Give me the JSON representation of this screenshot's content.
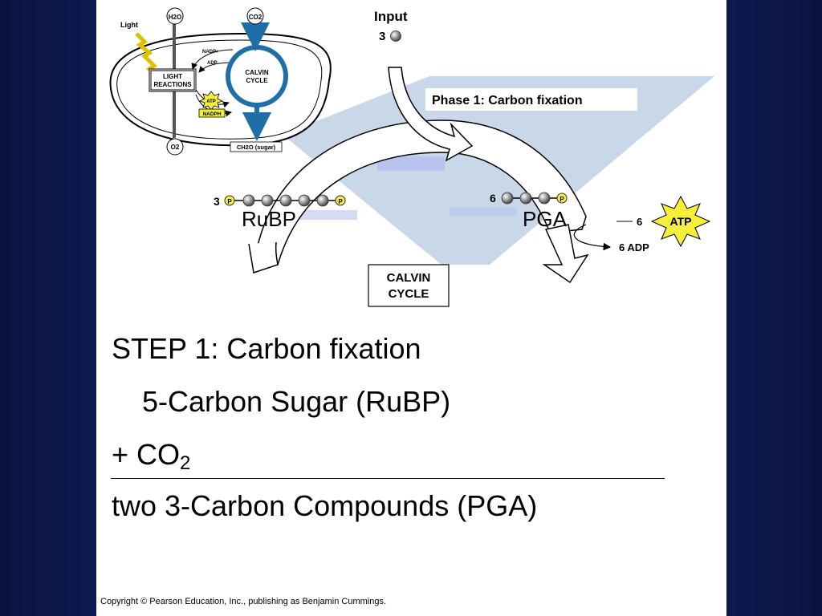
{
  "inset": {
    "light": "Light",
    "h2o": "H2O",
    "co2": "CO2",
    "o2": "O2",
    "nadp": "NADP+",
    "adp": "ADP",
    "light_reactions_1": "LIGHT",
    "light_reactions_2": "REACTIONS",
    "calvin_cycle_1": "CALVIN",
    "calvin_cycle_2": "CYCLE",
    "atp": "ATP",
    "nadph": "NADPH",
    "sugar": "CH2O (sugar)"
  },
  "diagram": {
    "input_label": "Input",
    "input_count": "3",
    "phase_label": "Phase 1: Carbon fixation",
    "rubp_count": "3",
    "pga_count": "6",
    "phosphate": "P",
    "rubp_label": "RuBP",
    "pga_label": "PGA",
    "atp_count": "6",
    "atp_label": "ATP",
    "adp_label": "6 ADP",
    "calvin_1": "CALVIN",
    "calvin_2": "CYCLE"
  },
  "text": {
    "step": "STEP 1: Carbon fixation",
    "sugar": "5-Carbon Sugar (RuBP)",
    "co2_prefix": "+ CO",
    "co2_sub": "2",
    "result": "two 3-Carbon Compounds (PGA)"
  },
  "copyright": "Copyright © Pearson Education, Inc., publishing as Benjamin Cummings.",
  "colors": {
    "background": "#1a2d8a",
    "slide": "#ffffff",
    "cone": "#c8d8e8",
    "calvin_blue": "#1e6fa8",
    "atp_yellow": "#f5ee3a"
  }
}
